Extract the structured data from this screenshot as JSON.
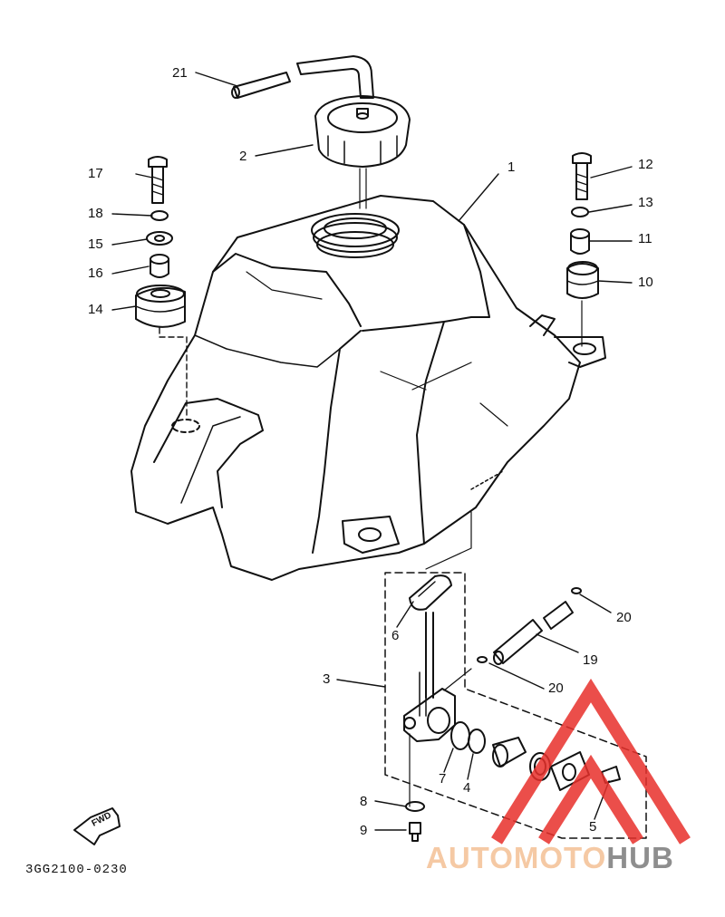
{
  "diagram": {
    "callouts": {
      "c1": "1",
      "c2": "2",
      "c3": "3",
      "c4": "4",
      "c5": "5",
      "c6": "6",
      "c7": "7",
      "c8": "8",
      "c9": "9",
      "c10": "10",
      "c11": "11",
      "c12": "12",
      "c13": "13",
      "c14": "14",
      "c15": "15",
      "c16": "16",
      "c17": "17",
      "c18": "18",
      "c19": "19",
      "c20a": "20",
      "c20b": "20",
      "c21": "21"
    },
    "fwd_label": "FWD",
    "drawing_code": "3GG2100-0230"
  },
  "watermark": {
    "brand_part1": "AUTOMOTO",
    "brand_part2": "HUB",
    "colors": {
      "logo_triangle": "#e8302b",
      "text_light": "#f5c9a4",
      "text_dark": "#8e8e8e"
    }
  }
}
